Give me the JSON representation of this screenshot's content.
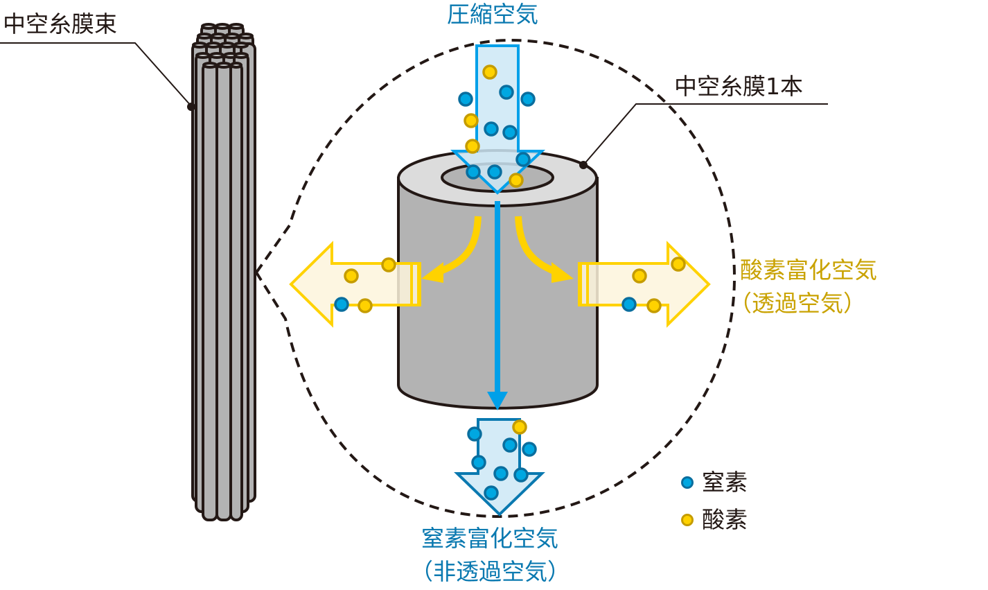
{
  "labels": {
    "bundle": "中空糸膜束",
    "single_fiber": "中空糸膜1本",
    "input": "圧縮空気",
    "output_nitrogen_line1": "窒素富化空気",
    "output_nitrogen_line2": "（非透過空気）",
    "output_oxygen_line1": "酸素富化空気",
    "output_oxygen_line2": "（透過空気）"
  },
  "legend": [
    {
      "label": "窒素",
      "molecule": "nitrogen",
      "fill": "#00a7e1",
      "stroke": "#0a6e9e"
    },
    {
      "label": "酸素",
      "molecule": "oxygen",
      "fill": "#ffd200",
      "stroke": "#c59c00"
    }
  ],
  "colors": {
    "nitrogen_blue": "#00a0e9",
    "oxygen_yellow": "#ffd200",
    "fiber_gray": "#b3b3b3",
    "outline": "#231815",
    "text_blue": "#0a79b0",
    "text_gold": "#c9a200"
  }
}
